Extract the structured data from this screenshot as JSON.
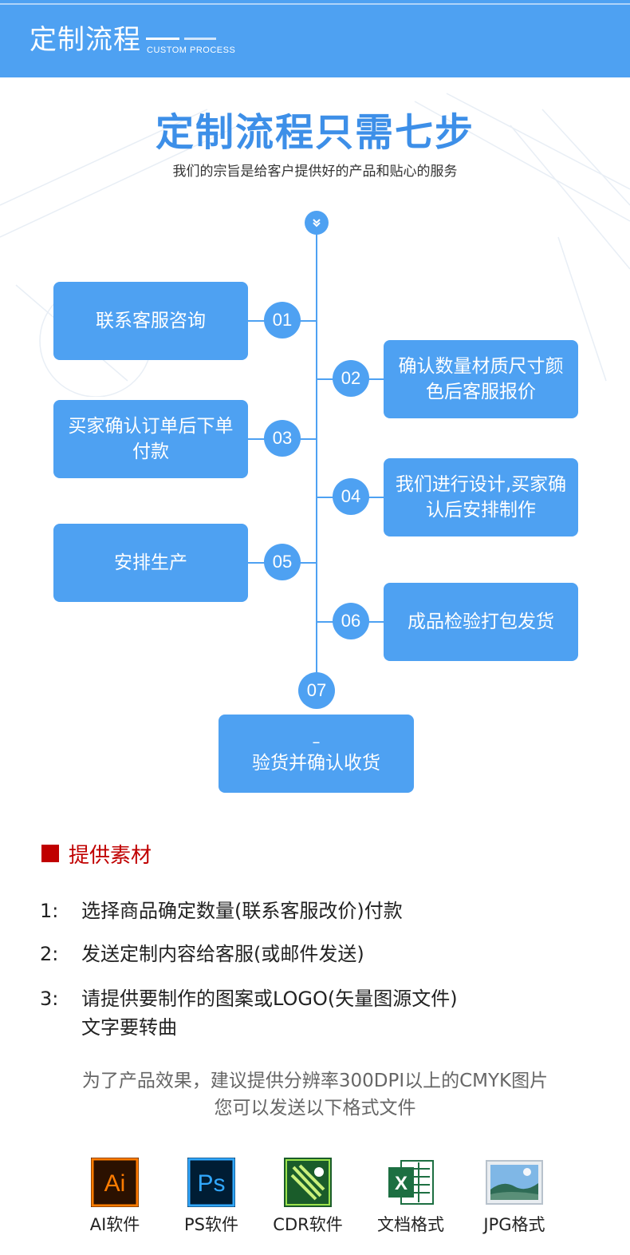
{
  "header": {
    "title": "定制流程",
    "subtitle": "CUSTOM PROCESS"
  },
  "hero": {
    "title": "定制流程只需七步",
    "subtitle": "我们的宗旨是给客户提供好的产品和贴心的服务"
  },
  "steps": [
    {
      "num": "01",
      "text": "联系客服咨询"
    },
    {
      "num": "02",
      "text": "确认数量材质尺寸颜色后客服报价"
    },
    {
      "num": "03",
      "text": "买家确认订单后下单付款"
    },
    {
      "num": "04",
      "text": "我们进行设计,买家确认后安排制作"
    },
    {
      "num": "05",
      "text": "安排生产"
    },
    {
      "num": "06",
      "text": "成品检验打包发货"
    },
    {
      "num": "07",
      "dash": "–",
      "text": "验货并确认收货"
    }
  ],
  "materials": {
    "title": "提供素材",
    "items": [
      {
        "num": "1:",
        "text": "选择商品确定数量(联系客服改价)付款"
      },
      {
        "num": "2:",
        "text": "发送定制内容给客服(或邮件发送)"
      },
      {
        "num": "3:",
        "text": "请提供要制作的图案或LOGO(矢量图源文件)",
        "text2": "文字要转曲"
      }
    ],
    "note_line1": "为了产品效果，建议提供分辨率300DPI以上的CMYK图片",
    "note_line2": "您可以发送以下格式文件"
  },
  "formats": [
    {
      "label": "AI软件",
      "icon": "illustrator-icon",
      "glyph": "Ai"
    },
    {
      "label": "PS软件",
      "icon": "photoshop-icon",
      "glyph": "Ps"
    },
    {
      "label": "CDR软件",
      "icon": "coreldraw-icon"
    },
    {
      "label": "文档格式",
      "icon": "excel-icon",
      "glyph": "X"
    },
    {
      "label": "JPG格式",
      "icon": "image-file-icon"
    }
  ],
  "colors": {
    "accent": "#4ea1f2",
    "hero_title": "#3d8fe8",
    "section_red": "#c00000"
  }
}
